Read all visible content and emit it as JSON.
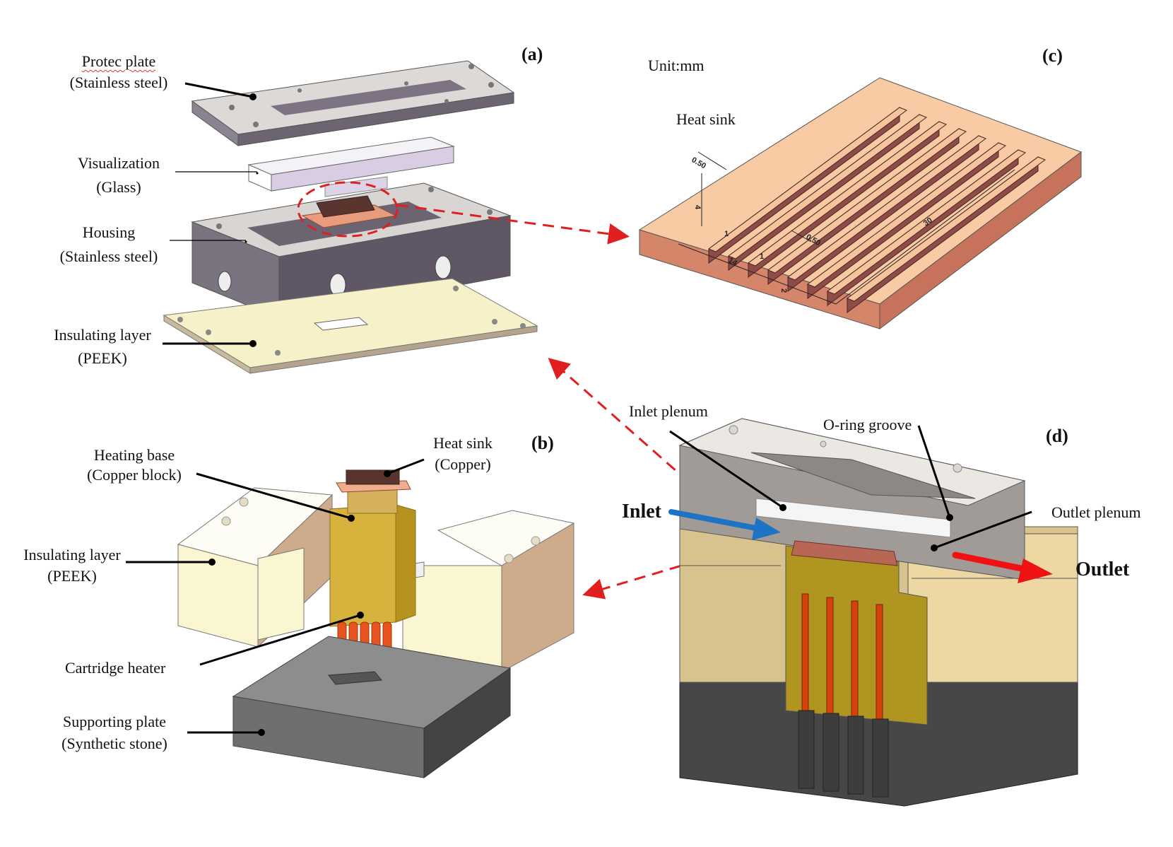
{
  "figure": {
    "panels": {
      "a": "(a)",
      "b": "(b)",
      "c": "(c)",
      "d": "(d)"
    },
    "panel_a": {
      "labels": [
        {
          "id": "protec-plate",
          "line1": "Protec plate",
          "line2": "(Stainless steel)"
        },
        {
          "id": "visualization",
          "line1": "Visualization",
          "line2": "(Glass)"
        },
        {
          "id": "housing",
          "line1": "Housing",
          "line2": "(Stainless steel)"
        },
        {
          "id": "insulating-layer",
          "line1": "Insulating layer",
          "line2": "(PEEK)"
        }
      ]
    },
    "panel_b": {
      "labels": [
        {
          "id": "heating-base",
          "line1": "Heating base",
          "line2": "(Copper block)"
        },
        {
          "id": "heat-sink",
          "line1": "Heat sink",
          "line2": "(Copper)"
        },
        {
          "id": "insulating-layer",
          "line1": "Insulating layer",
          "line2": "(PEEK)"
        },
        {
          "id": "cartridge-heater",
          "line1": "Cartridge heater",
          "line2": ""
        },
        {
          "id": "supporting-plate",
          "line1": "Supporting plate",
          "line2": "(Synthetic stone)"
        }
      ]
    },
    "panel_c": {
      "unit": "Unit:mm",
      "title": "Heat sink",
      "dimensions": {
        "fin_thickness": "0.50",
        "fin_thickness_2": "0.50",
        "fin_height": "4",
        "gap_1": "1",
        "gap_2": "1",
        "width": "14",
        "length": "30",
        "base": "2"
      }
    },
    "panel_d": {
      "labels": {
        "inlet_plenum": "Inlet plenum",
        "oring_groove": "O-ring groove",
        "outlet_plenum": "Outlet plenum",
        "inlet": "Inlet",
        "outlet": "Outlet"
      }
    },
    "colors": {
      "steel_light": "#d9d6d3",
      "steel_dark": "#6c6470",
      "peek": "#f6f1c8",
      "copper_light": "#f6c9a2",
      "copper_dark": "#935049",
      "heater": "#e8541e",
      "brass": "#b5951e",
      "stone": "#4a4a4a",
      "inlet_arrow": "#1d73c4",
      "outlet_arrow": "#f01212",
      "leader_dashed": "#e02020"
    }
  }
}
